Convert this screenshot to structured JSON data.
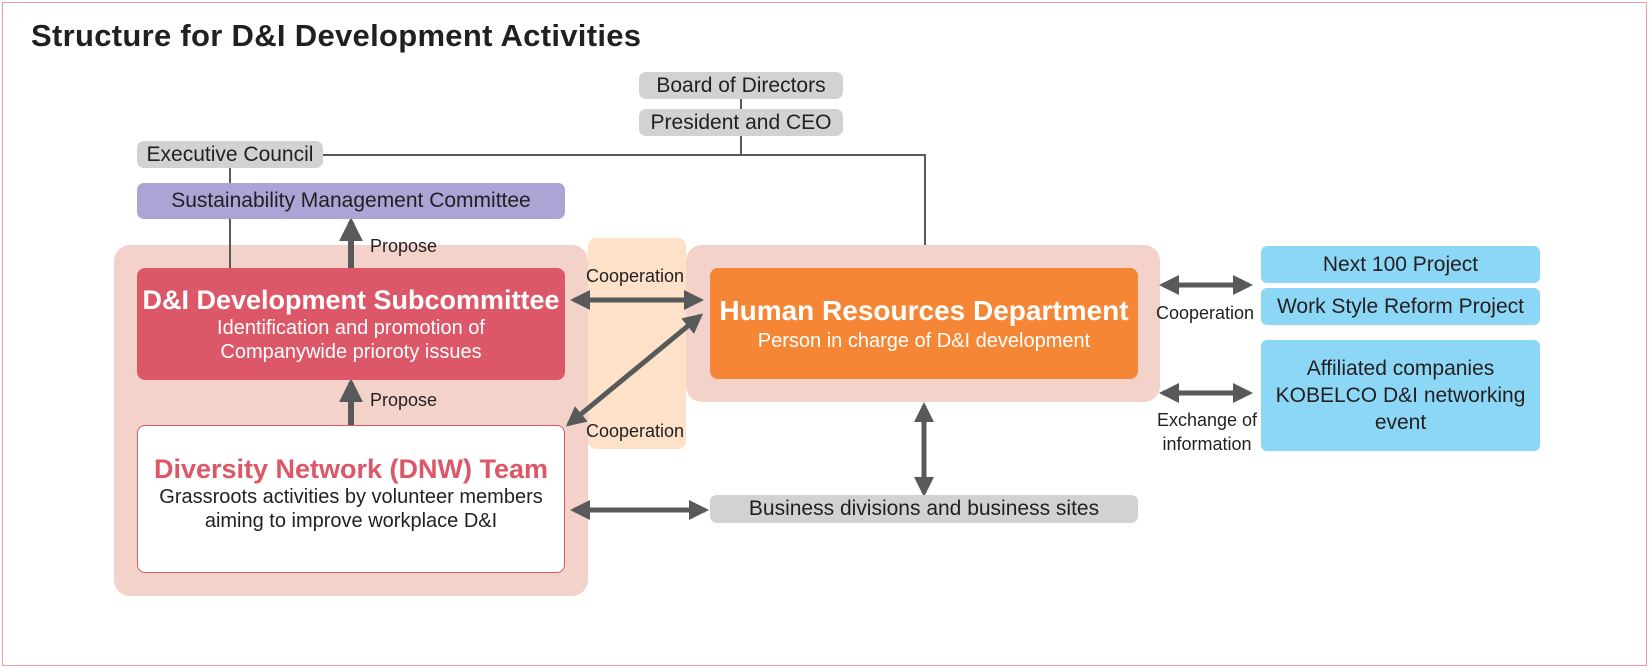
{
  "title": "Structure for D&I Development Activities",
  "nodes": {
    "board": "Board of Directors",
    "ceo": "President and CEO",
    "executive_council": "Executive Council",
    "sustainability_committee": "Sustainability Management Committee",
    "subcommittee": {
      "title": "D&I Development Subcommittee",
      "line1": "Identification and promotion of",
      "line2": "Companywide prioroty issues"
    },
    "dnw": {
      "title": "Diversity Network (DNW) Team",
      "line1": "Grassroots activities by volunteer members",
      "line2": "aiming to improve workplace D&I"
    },
    "hr": {
      "title": "Human Resources Department",
      "subtitle": "Person in charge of D&I development"
    },
    "business": "Business divisions and business sites",
    "next100": "Next 100 Project",
    "work_style": "Work Style Reform Project",
    "affiliated": {
      "line1": "Affiliated companies",
      "line2": "KOBELCO D&I networking",
      "line3": "event"
    }
  },
  "labels": {
    "propose_top": "Propose",
    "propose_bottom": "Propose",
    "cooperation_top": "Cooperation",
    "cooperation_bottom": "Cooperation",
    "cooperation_right": "Cooperation",
    "exchange_line1": "Exchange of",
    "exchange_line2": "information"
  },
  "colors": {
    "subcommittee_red": "#dc5767",
    "dnw_text_red": "#dc5767",
    "hr_orange": "#f58635",
    "pink_bg": "#f3d2c9",
    "peach_band": "#fde1c8",
    "lavender": "#aaa5d5",
    "light_blue": "#8dd7f6",
    "gray_pill": "#d1d2d4",
    "arrow_gray": "#58595b",
    "frame_pink": "#f09aa3"
  }
}
